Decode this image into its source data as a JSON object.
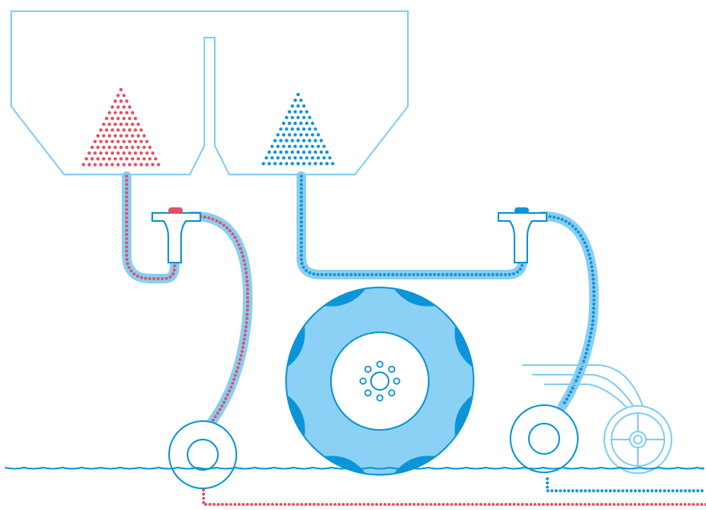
{
  "colors": {
    "background": "#ffffff",
    "outline": "#0c94d8",
    "outline_light": "#82cdf3",
    "tube_light": "#88cef2",
    "tire_fill": "#8bd1f6",
    "tire_dark": "#0c94d8",
    "red_material": "#e15161",
    "blue_material": "#0c94d8",
    "ground": "#0c94d8"
  },
  "components": {
    "hopper": {
      "name": "twin-compartment-hopper",
      "compartments": [
        "left-red",
        "right-blue"
      ]
    },
    "left_metering_valve": {
      "name": "metering-valve",
      "indicator": "red"
    },
    "right_metering_valve": {
      "name": "metering-valve",
      "indicator": "blue"
    },
    "drive_wheel": {
      "name": "central-drive-wheel",
      "hub_holes": 8
    },
    "left_press_wheel": {
      "name": "press-wheel"
    },
    "right_press_wheel": {
      "name": "press-wheel"
    },
    "trailing_wheel": {
      "name": "spoked-trailing-wheel"
    },
    "ground_line": {
      "name": "wavy-soil-surface"
    }
  },
  "icons": [
    "hopper-icon",
    "valve-icon",
    "wheel-icon",
    "seed-pile-icon",
    "tube-icon"
  ]
}
